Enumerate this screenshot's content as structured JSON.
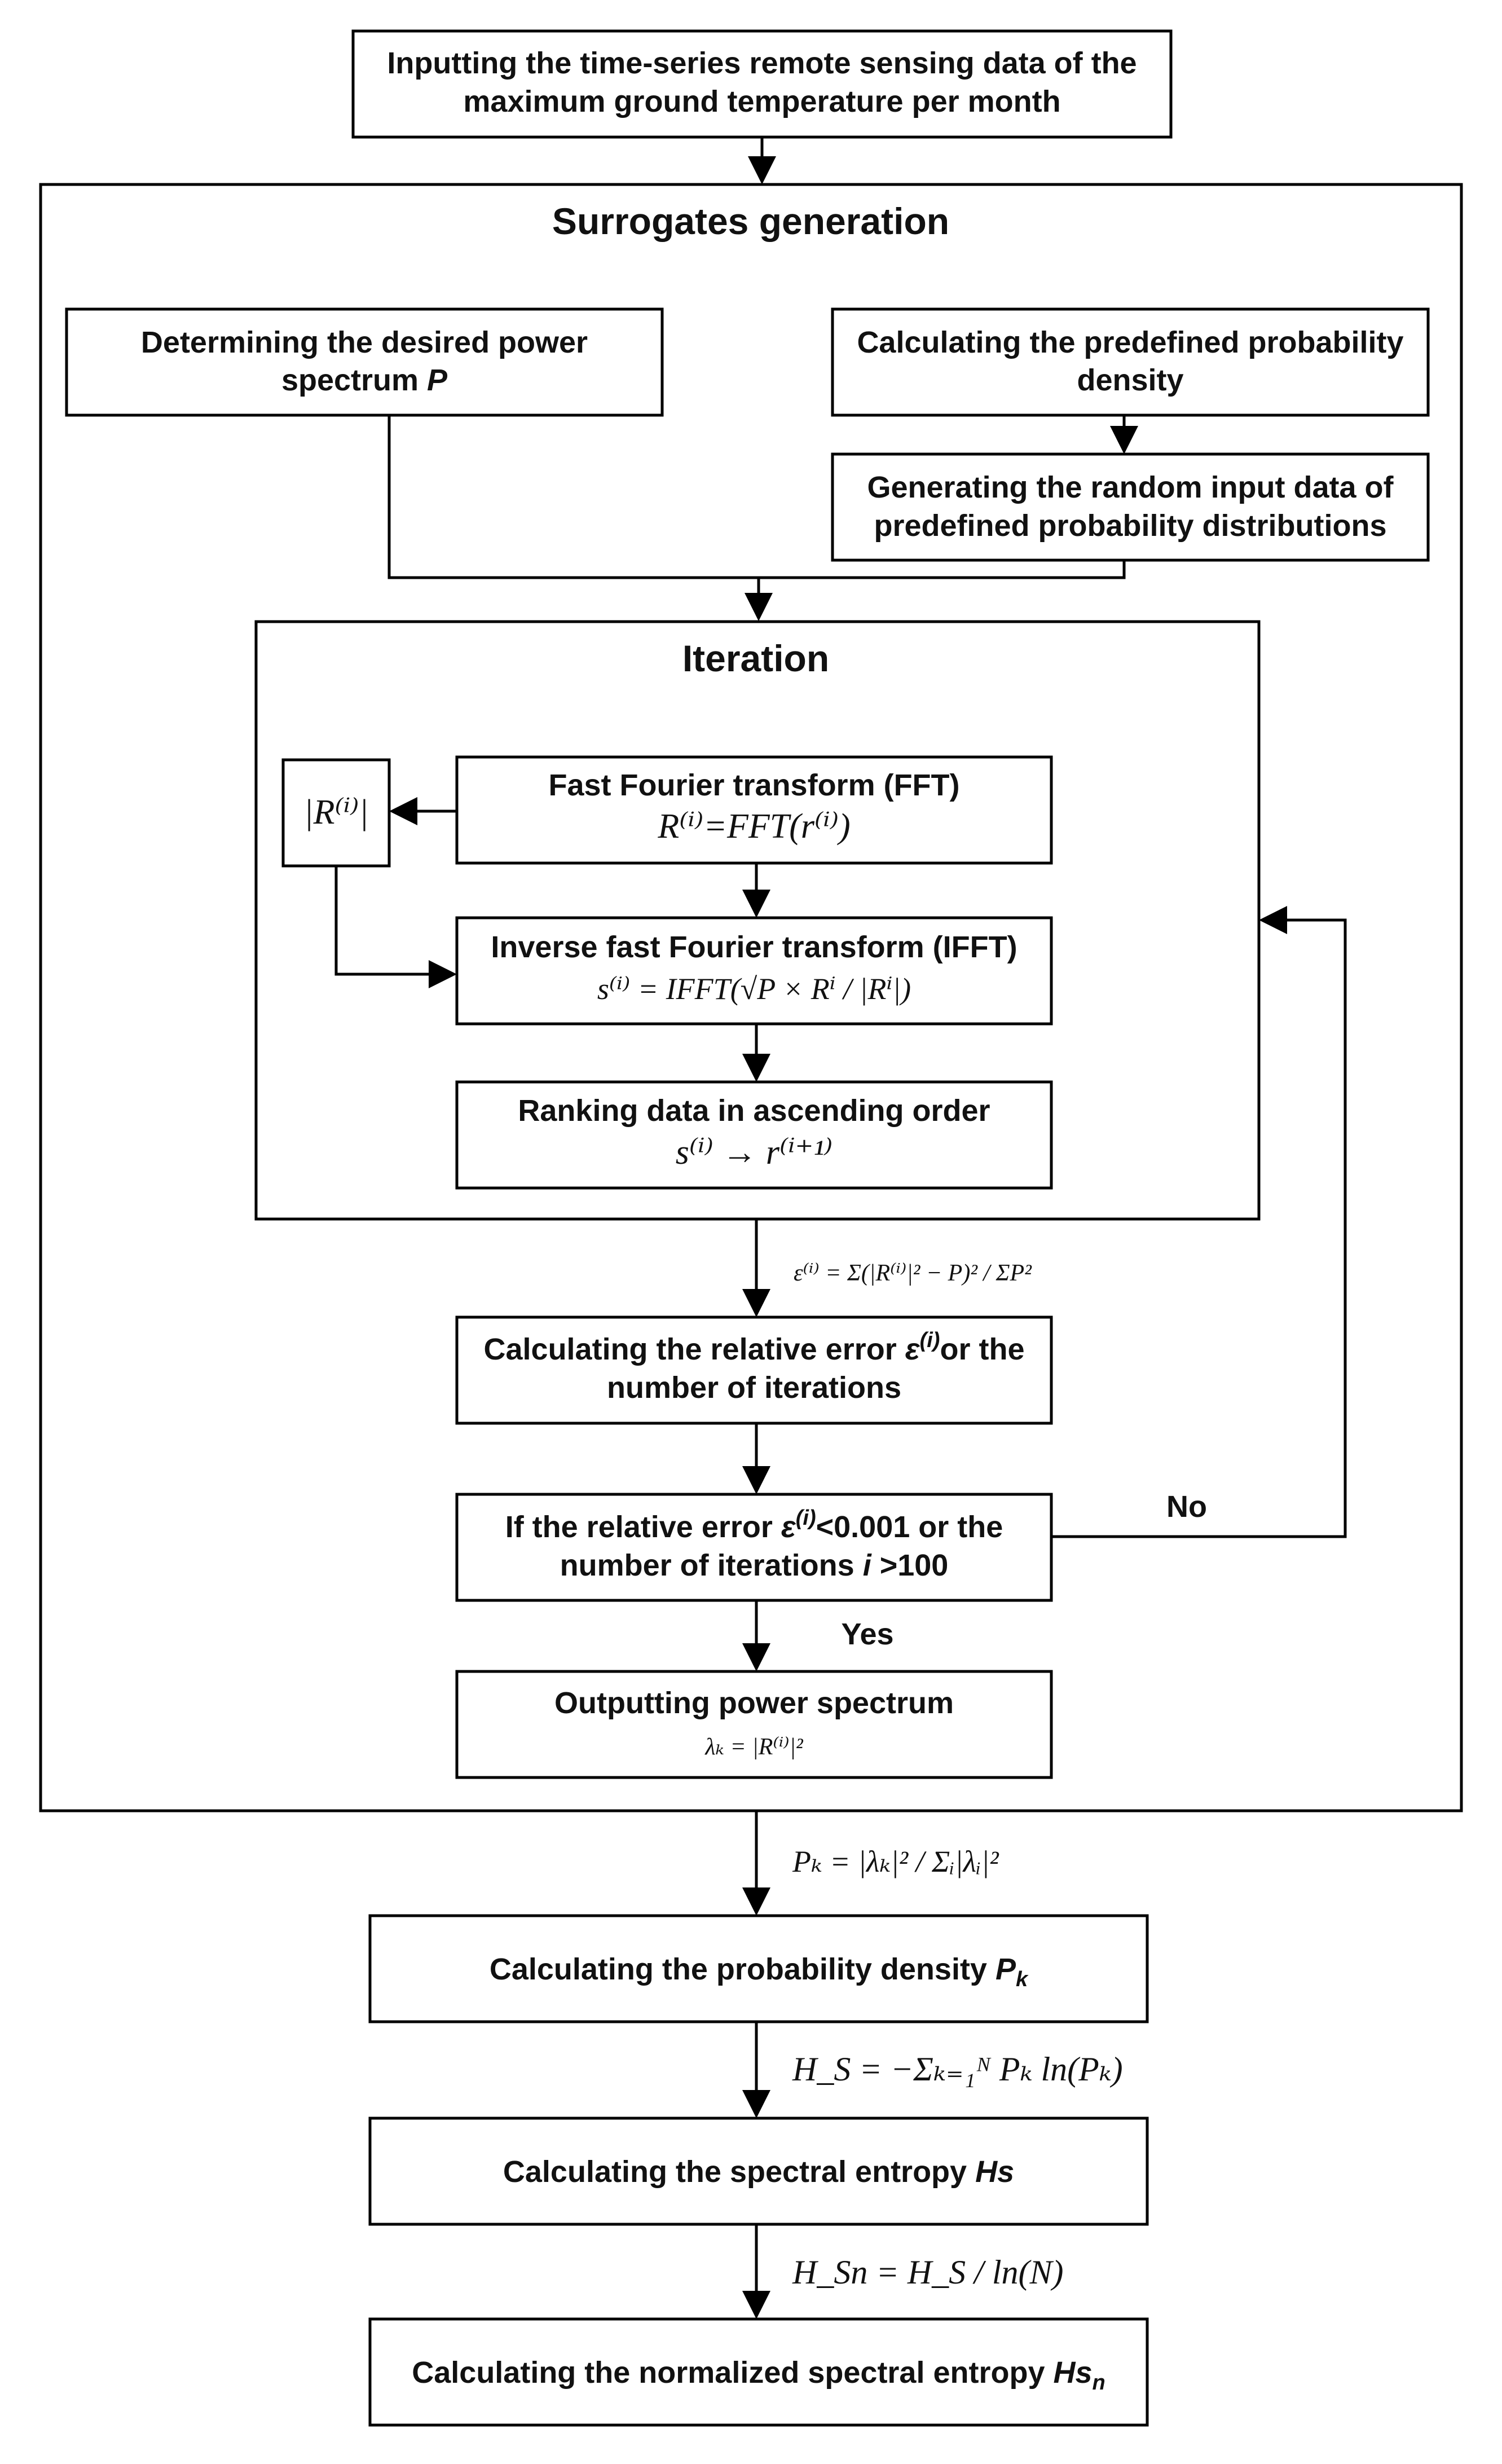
{
  "nodes": {
    "input": {
      "line1": "Inputting the time-series remote sensing data of the",
      "line2": "maximum ground temperature per month"
    },
    "desired_power": {
      "line1": "Determining the desired power",
      "line2_text": "spectrum ",
      "line2_var": "P"
    },
    "predefined_density": {
      "line1": "Calculating the predefined probability",
      "line2": "density"
    },
    "random_input": {
      "line1": "Generating the random input data of",
      "line2": "predefined probability distributions"
    },
    "abs_r": {
      "formula": "|R⁽ⁱ⁾|"
    },
    "fft": {
      "title": "Fast Fourier transform (FFT)",
      "formula": "R⁽ⁱ⁾=FFT(r⁽ⁱ⁾)"
    },
    "ifft": {
      "title": "Inverse fast Fourier transform (IFFT)",
      "formula": "s⁽ⁱ⁾ = IFFT(√P × Rⁱ / |Rⁱ|)"
    },
    "ranking": {
      "title": "Ranking data in ascending order",
      "formula": "s⁽ⁱ⁾ → r⁽ⁱ⁺¹⁾"
    },
    "relative_error": {
      "line1_text": "Calculating the relative error ",
      "line1_var": "ε",
      "line1_sup": "(i)",
      "line1_tail": "or the",
      "line2": "number of iterations"
    },
    "decision": {
      "line1_text": "If the relative error ",
      "line1_var": "ε",
      "line1_sup": "(i)",
      "line1_tail": "<0.001 or the",
      "line2_text": "number of iterations ",
      "line2_var": "i",
      "line2_tail": " >100"
    },
    "output_power": {
      "title": "Outputting power spectrum",
      "formula": "λₖ = |R⁽ⁱ⁾|²"
    },
    "prob_density": {
      "text": "Calculating the probability density ",
      "var": "P",
      "sub": "k"
    },
    "spectral_entropy": {
      "text": "Calculating the spectral entropy ",
      "var": "Hs"
    },
    "normalized_entropy": {
      "text": "Calculating the normalized spectral entropy ",
      "var": "Hs",
      "sub": "n"
    }
  },
  "groups": {
    "surrogates": {
      "title": "Surrogates generation"
    },
    "iteration": {
      "title": "Iteration"
    }
  },
  "edge_labels": {
    "no": "No",
    "yes": "Yes",
    "epsilon_formula": "ε⁽ⁱ⁾ = Σ(|R⁽ⁱ⁾|² − P)² / ΣP²",
    "pk_formula": "Pₖ = |λₖ|² / Σᵢ|λᵢ|²",
    "hs_formula": "H_S = −Σₖ₌₁ᴺ Pₖ ln(Pₖ)",
    "hsn_formula": "H_Sn = H_S / ln(N)"
  }
}
